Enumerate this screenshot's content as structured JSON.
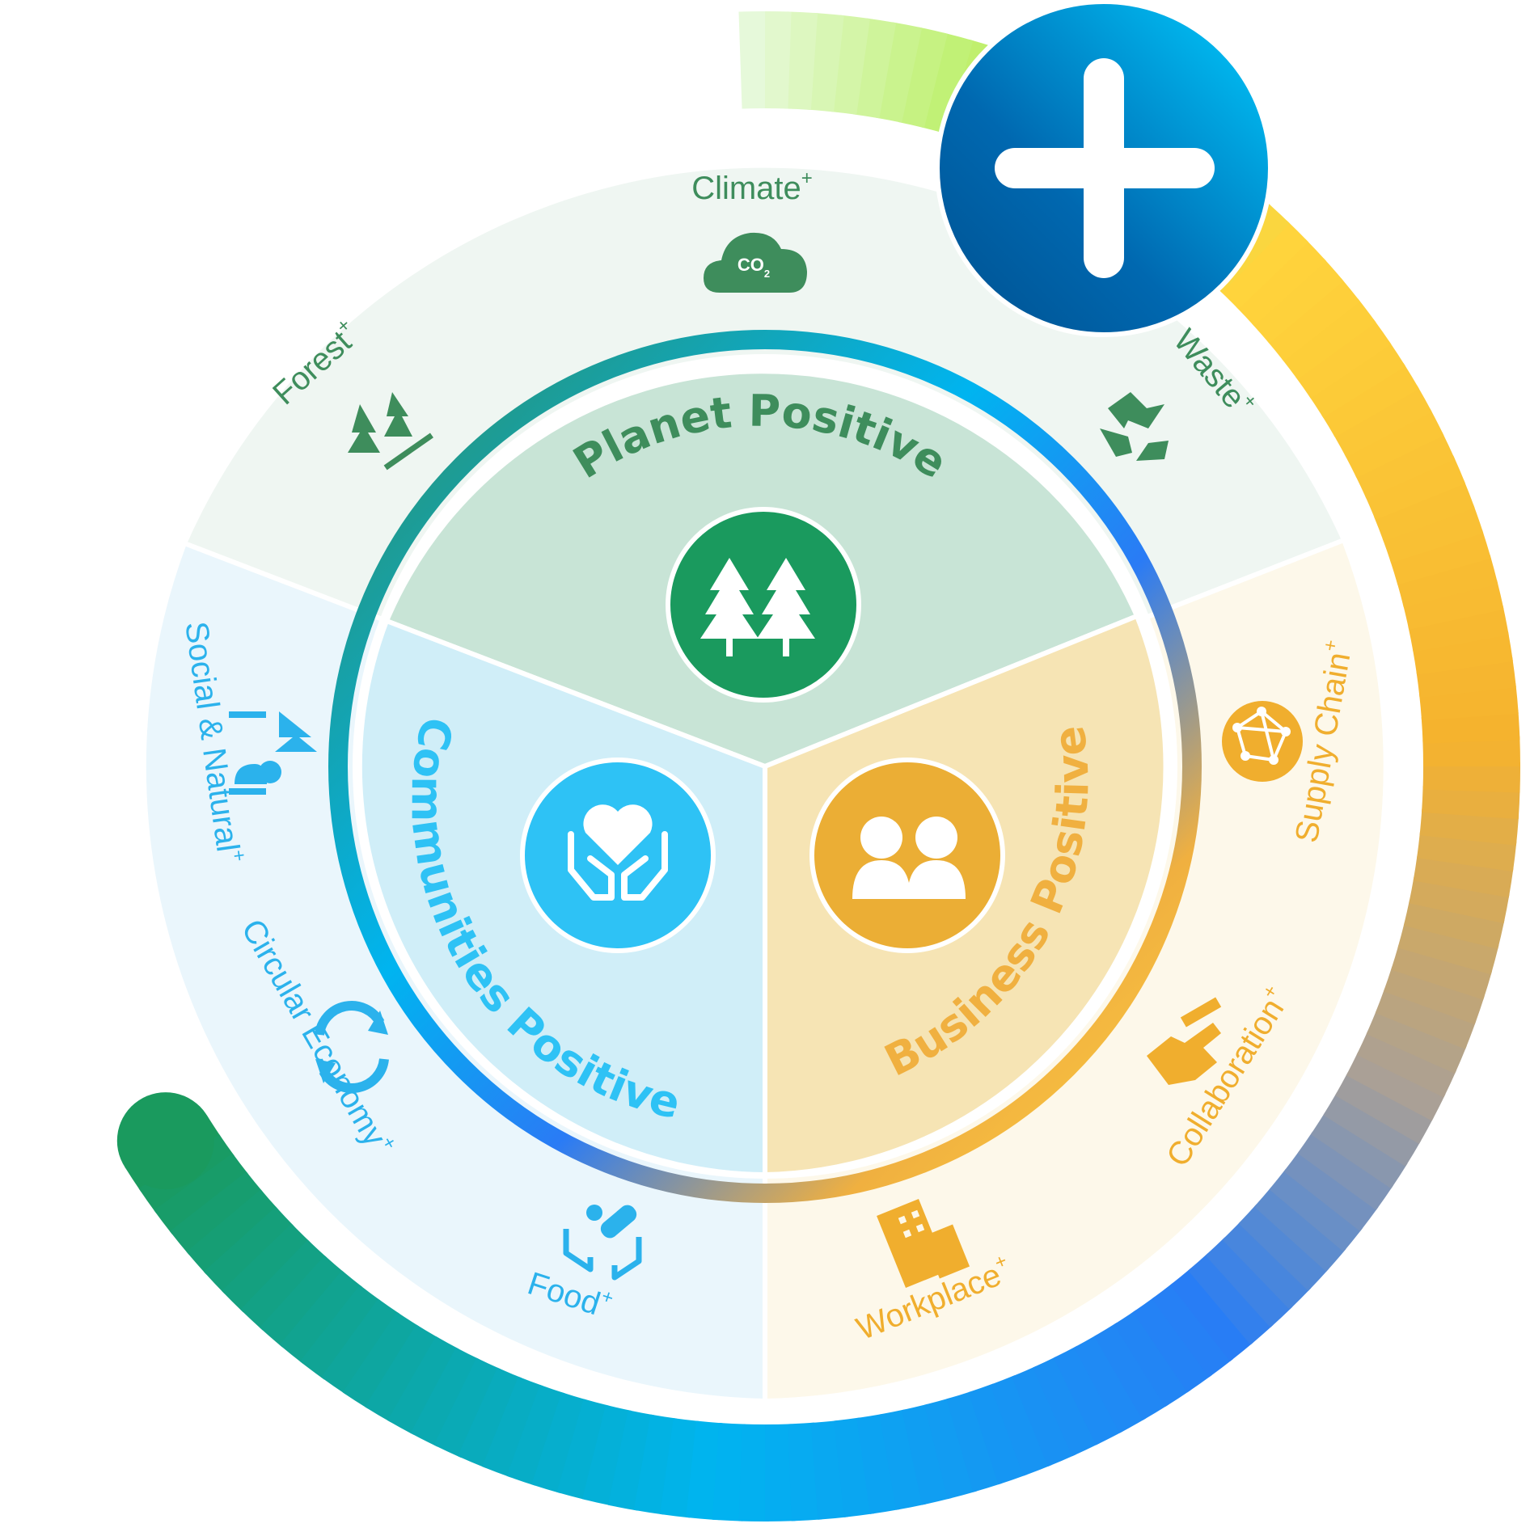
{
  "center_sections": [
    {
      "label": "Planet Positive",
      "icon": "trees-icon",
      "color": "#1A9A5E"
    },
    {
      "label": "Business Positive",
      "icon": "people-icon",
      "color": "#EBAE35"
    },
    {
      "label": "Communities Positive",
      "icon": "hands-heart-icon",
      "color": "#2EC2F5"
    }
  ],
  "outer_items": [
    {
      "label": "Climate",
      "sup": "+",
      "icon": "co2-cloud-icon",
      "color": "#3E8D5C",
      "icon_text": "CO",
      "icon_sub": "2"
    },
    {
      "label": "Waste",
      "sup": "+",
      "icon": "recycle-icon",
      "color": "#3E8D5C"
    },
    {
      "label": "Supply Chain",
      "sup": "+",
      "icon": "globe-network-icon",
      "color": "#F0AE2E"
    },
    {
      "label": "Collaboration",
      "sup": "+",
      "icon": "handshake-icon",
      "color": "#F0AE2E"
    },
    {
      "label": "Workplace",
      "sup": "+",
      "icon": "buildings-icon",
      "color": "#F0AE2E"
    },
    {
      "label": "Food",
      "sup": "+",
      "icon": "food-hands-icon",
      "color": "#2BB2EC"
    },
    {
      "label": "Circular Economy",
      "sup": "+",
      "icon": "cycle-arrows-icon",
      "color": "#2BB2EC"
    },
    {
      "label": "Social & Natural",
      "sup": "+",
      "icon": "person-tree-icon",
      "color": "#2BB2EC"
    },
    {
      "label": "Forest",
      "sup": "+",
      "icon": "forest-icon",
      "color": "#3E8D5C"
    }
  ],
  "plus_button": {
    "icon": "plus-icon"
  }
}
